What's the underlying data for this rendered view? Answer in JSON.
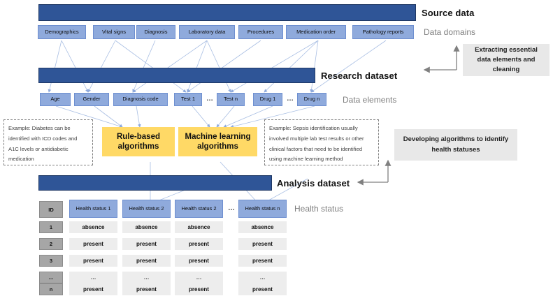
{
  "bars": {
    "source": {
      "label": "Source data"
    },
    "research": {
      "label": "Research dataset"
    },
    "analysis": {
      "label": "Analysis dataset"
    }
  },
  "side_labels": {
    "data_domains": "Data domains",
    "data_elements": "Data elements",
    "health_status": "Health status"
  },
  "data_domains": [
    {
      "label": "Demographics"
    },
    {
      "label": "Vital signs"
    },
    {
      "label": "Diagnosis"
    },
    {
      "label": "Laboratory data"
    },
    {
      "label": "Procedures"
    },
    {
      "label": "Medication order"
    },
    {
      "label": "Pathology reports"
    }
  ],
  "data_elements": [
    {
      "label": "Age"
    },
    {
      "label": "Gender"
    },
    {
      "label": "Diagnosis code"
    },
    {
      "label": "Test 1"
    },
    {
      "label": "Test n"
    },
    {
      "label": "Drug 1"
    },
    {
      "label": "Drug n"
    }
  ],
  "data_elements_ellipsis": "…",
  "algorithms": [
    {
      "label": "Rule-based algorithms",
      "line1": "Rule-based",
      "line2": "algorithms"
    },
    {
      "label": "Machine learning algorithms",
      "line1": "Machine learning",
      "line2": "algorithms"
    }
  ],
  "examples": {
    "left": "Example: Diabetes can be identified with ICD codes and A1C levels or antidiabetic medication",
    "right": "Example: Sepsis identification usually involved multiple lab test results or other clinical factors that need to be identified using machine learning method"
  },
  "process_notes": {
    "extract": "Extracting essential data elements and cleaning",
    "develop": "Developing algorithms to identify health statuses"
  },
  "table": {
    "id_header": "ID",
    "columns": [
      "Health status 1",
      "Health status 2",
      "Health status 2",
      "Health status n"
    ],
    "column_ellipsis": "…",
    "rows": [
      {
        "id": "1",
        "values": [
          "absence",
          "absence",
          "absence",
          "absence"
        ]
      },
      {
        "id": "2",
        "values": [
          "present",
          "present",
          "present",
          "present"
        ]
      },
      {
        "id": "3",
        "values": [
          "present",
          "present",
          "present",
          "present"
        ]
      },
      {
        "id": "…",
        "values": [
          "…",
          "…",
          "…",
          "…"
        ]
      },
      {
        "id": "n",
        "values": [
          "present",
          "present",
          "present",
          "present"
        ]
      }
    ]
  },
  "colors": {
    "dark_blue": "#2F5597",
    "light_blue": "#8FAADC",
    "yellow": "#FFD966",
    "gray_box": "#E8E8E8",
    "cell_gray": "#EDEDED",
    "id_gray": "#A6A6A6",
    "connector": "#A8BEE3"
  }
}
